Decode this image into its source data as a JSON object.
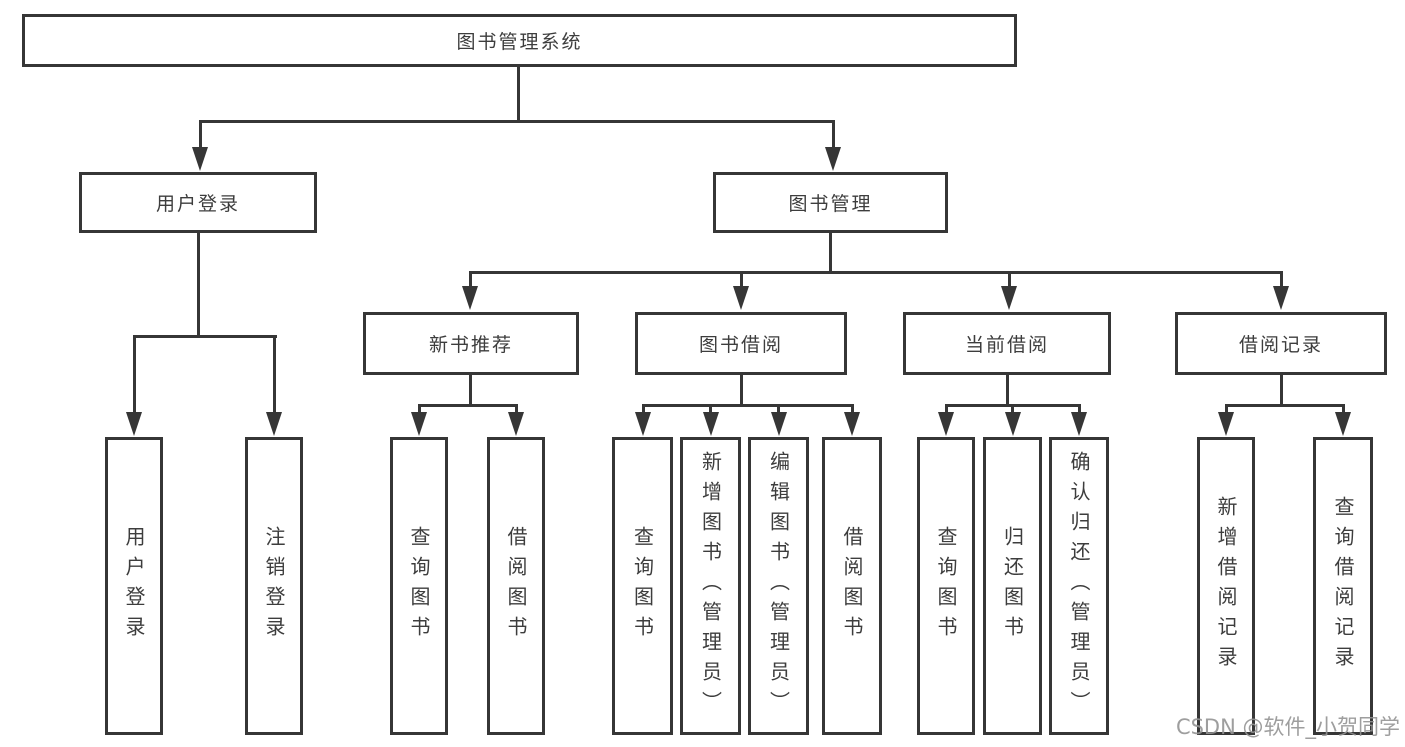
{
  "diagram": {
    "title": "图书管理系统",
    "root": {
      "label": "图书管理系统"
    },
    "level2": [
      {
        "label": "用户登录"
      },
      {
        "label": "图书管理"
      }
    ],
    "level3": [
      {
        "label": "新书推荐"
      },
      {
        "label": "图书借阅"
      },
      {
        "label": "当前借阅"
      },
      {
        "label": "借阅记录"
      }
    ],
    "leaves": {
      "user_login": [
        "用户登录",
        "注销登录"
      ],
      "new_book": [
        "查询图书",
        "借阅图书"
      ],
      "book_borrow": [
        "查询图书",
        "新增图书（管理员）",
        "编辑图书（管理员）",
        "借阅图书"
      ],
      "current_borrow": [
        "查询图书",
        "归还图书",
        "确认归还（管理员）"
      ],
      "borrow_records": [
        "新增借阅记录",
        "查询借阅记录"
      ]
    }
  },
  "watermark": {
    "text": "CSDN @软件_小贺同学"
  },
  "colors": {
    "line": "#363636",
    "text": "#3d3d3d",
    "background": "#ffffff",
    "watermark": "#949494"
  }
}
